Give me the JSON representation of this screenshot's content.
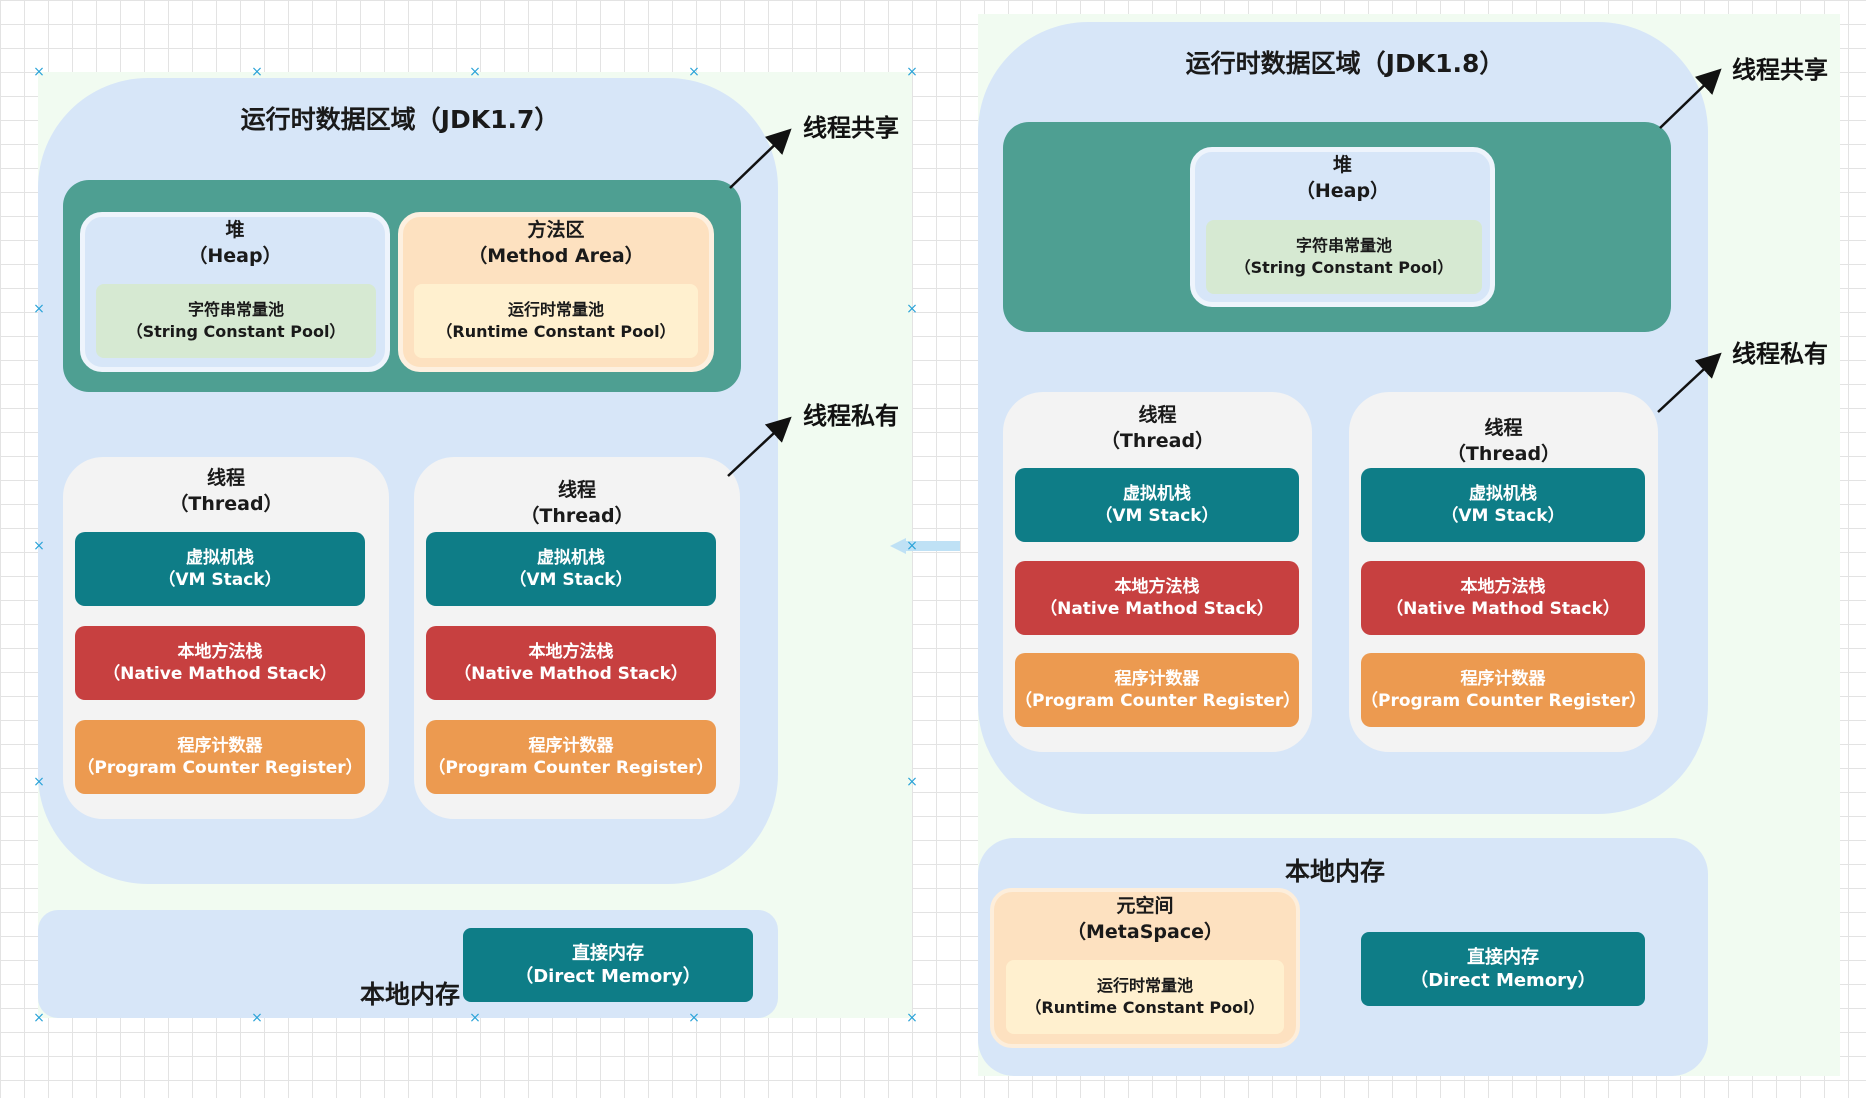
{
  "left": {
    "title": "运行时数据区域（JDK1.7）",
    "label_shared": "线程共享",
    "label_private": "线程私有",
    "heap": {
      "title": "堆",
      "subtitle": "（Heap）",
      "pool_title": "字符串常量池",
      "pool_subtitle": "（String Constant Pool）"
    },
    "method_area": {
      "title": "方法区",
      "subtitle": "（Method Area）",
      "pool_title": "运行时常量池",
      "pool_subtitle": "（Runtime Constant Pool）"
    },
    "threads": [
      {
        "title": "线程",
        "subtitle": "（Thread）",
        "vm_title": "虚拟机栈",
        "vm_subtitle": "（VM Stack）",
        "native_title": "本地方法栈",
        "native_subtitle": "（Native Mathod Stack）",
        "pc_title": "程序计数器",
        "pc_subtitle": "（Program Counter Register）"
      },
      {
        "title": "线程",
        "subtitle": "（Thread）",
        "vm_title": "虚拟机栈",
        "vm_subtitle": "（VM Stack）",
        "native_title": "本地方法栈",
        "native_subtitle": "（Native Mathod Stack）",
        "pc_title": "程序计数器",
        "pc_subtitle": "（Program Counter Register）"
      }
    ],
    "native_memory": {
      "title": "本地内存",
      "direct_title": "直接内存",
      "direct_subtitle": "（Direct Memory）"
    }
  },
  "right": {
    "title": "运行时数据区域（JDK1.8）",
    "label_shared": "线程共享",
    "label_private": "线程私有",
    "heap": {
      "title": "堆",
      "subtitle": "（Heap）",
      "pool_title": "字符串常量池",
      "pool_subtitle": "（String Constant Pool）"
    },
    "threads": [
      {
        "title": "线程",
        "subtitle": "（Thread）",
        "vm_title": "虚拟机栈",
        "vm_subtitle": "（VM Stack）",
        "native_title": "本地方法栈",
        "native_subtitle": "（Native Mathod Stack）",
        "pc_title": "程序计数器",
        "pc_subtitle": "（Program Counter Register）"
      },
      {
        "title": "线程",
        "subtitle": "（Thread）",
        "vm_title": "虚拟机栈",
        "vm_subtitle": "（VM Stack）",
        "native_title": "本地方法栈",
        "native_subtitle": "（Native Mathod Stack）",
        "pc_title": "程序计数器",
        "pc_subtitle": "（Program Counter Register）"
      }
    ],
    "native_memory": {
      "title": "本地内存",
      "metaspace_title": "元空间",
      "metaspace_subtitle": "（MetaSpace）",
      "pool_title": "运行时常量池",
      "pool_subtitle": "（Runtime Constant Pool）",
      "direct_title": "直接内存",
      "direct_subtitle": "（Direct Memory）"
    }
  },
  "colors": {
    "runtime_area": "#d7e6f8",
    "shared_area": "#4e9f92",
    "vm_stack": "#0e7d87",
    "native_stack": "#c74040",
    "program_counter": "#ec9a50",
    "string_pool": "#d6e9d2",
    "runtime_pool": "#fff0cf",
    "method_area": "#fde1c0",
    "thread_area": "#f3f3f3"
  }
}
